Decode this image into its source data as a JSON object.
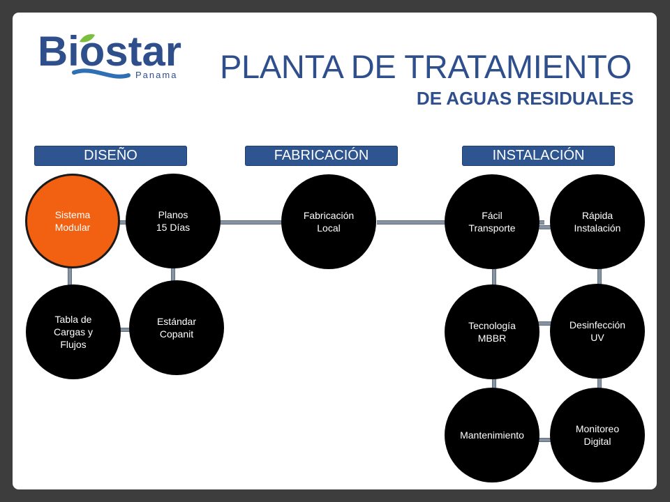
{
  "logo": {
    "brand": "Biostar",
    "sub": "Panama",
    "blue": "#2e4f8c",
    "green": "#7bbf41",
    "wave": "#2f6fb4"
  },
  "title": {
    "main": "PLANTA DE TRATAMIENTO",
    "sub": "DE AGUAS RESIDUALES"
  },
  "phases": {
    "diseno": "DISEÑO",
    "fabricacion": "FABRICACIÓN",
    "instalacion": "INSTALACIÓN"
  },
  "nodes": {
    "sistema_modular": "Sistema\nModular",
    "planos": "Planos\n15 Días",
    "tabla": "Tabla de\nCargas y\nFlujos",
    "estandar": "Estándar\nCopanit",
    "fabricacion_local": "Fabricación\nLocal",
    "facil_transporte": "Fácil\nTransporte",
    "rapida_instalacion": "Rápida\nInstalación",
    "tecnologia": "Tecnología\nMBBR",
    "desinfeccion": "Desinfección\nUV",
    "mantenimiento": "Mantenimiento",
    "monitoreo": "Monitoreo\nDigital"
  },
  "colors": {
    "highlight": "#f26111",
    "node": "#000000",
    "phase_bg": "#2e5590",
    "title": "#2e4f8c"
  }
}
